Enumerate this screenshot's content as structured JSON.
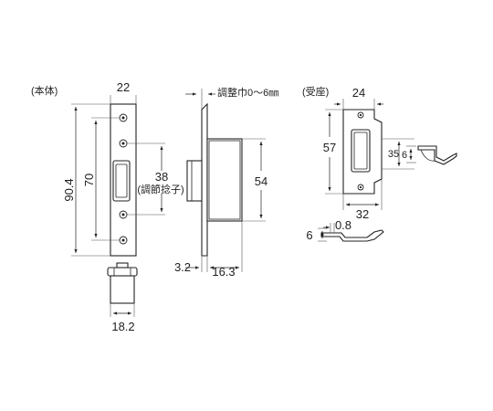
{
  "labels": {
    "body_caption": "(本体)",
    "strike_caption": "(受座)",
    "adjust_note": "調整巾0〜6㎜",
    "adjust_screw": "(調節捻子)"
  },
  "dimensions": {
    "body_width": "22",
    "body_height": "90.4",
    "hole_pitch": "70",
    "adjust_pitch": "38",
    "case_height": "54",
    "plate_thickness": "3.2",
    "case_depth": "16.3",
    "bolt_width": "18.2",
    "strike_width": "24",
    "strike_height": "57",
    "strike_opening": "35",
    "strike_lip": "6",
    "strike_depth": "32",
    "strike_thickness": "0.8",
    "strike_rise": "6"
  }
}
